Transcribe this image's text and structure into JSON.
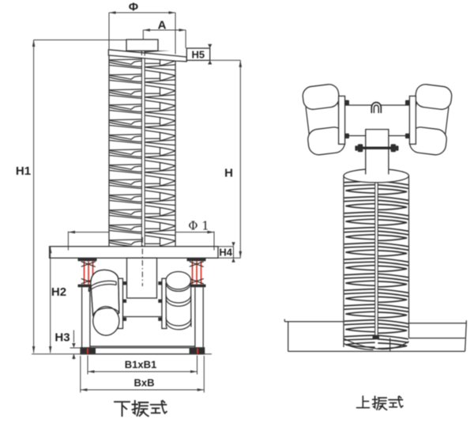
{
  "diagram": {
    "type": "engineering-drawing",
    "subject": "vertical vibrating spiral elevator - two mounting configurations",
    "views": {
      "left": {
        "caption": "下振式",
        "caption_meaning": "bottom-vibration type"
      },
      "right": {
        "caption": "上振式",
        "caption_meaning": "top-vibration type"
      }
    },
    "dimensions": {
      "phi": "Φ",
      "a": "A",
      "h5": "H5",
      "h1": "H1",
      "h": "H",
      "phi1": "Φ 1",
      "h4": "H4",
      "h2": "H2",
      "h3": "H3",
      "b1xb1": "B1xB1",
      "bxb": "BxB"
    },
    "colors": {
      "line": "#2e2e2e",
      "dim": "#3a3a3a",
      "spring": "#e03122",
      "bg": "#ffffff"
    }
  }
}
